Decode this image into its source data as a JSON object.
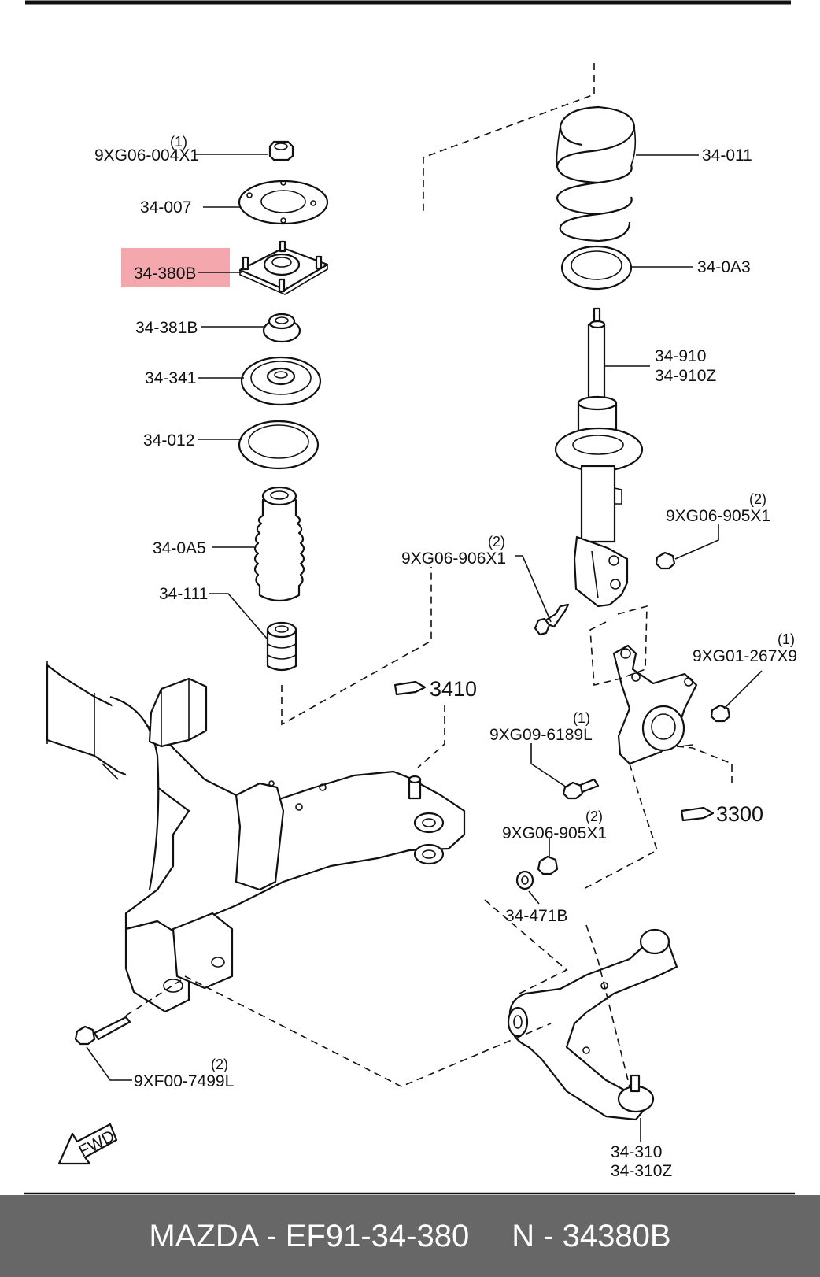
{
  "highlight_color": "#f4a8ad",
  "callouts": {
    "nut_top_qty": "(1)",
    "nut_top": "9XG06-004X1",
    "plate": "34-007",
    "mount": "34-380B",
    "bearing": "34-381B",
    "seat": "34-341",
    "upper_ring": "34-012",
    "boot": "34-0A5",
    "bumper": "34-111",
    "spring": "34-011",
    "lower_ring": "34-0A3",
    "strut_a": "34-910",
    "strut_b": "34-910Z",
    "nut_r_qty": "(2)",
    "nut_r": "9XG06-905X1",
    "bolt_strut_qty": "(2)",
    "bolt_strut": "9XG06-906X1",
    "knuckle_nut_qty": "(1)",
    "knuckle_nut": "9XG01-267X9",
    "knuckle_bolt_qty": "(1)",
    "knuckle_bolt": "9XG09-6189L",
    "arm_nut_qty": "(2)",
    "arm_nut": "9XG06-905X1",
    "washer": "34-471B",
    "frame_bolt_qty": "(2)",
    "frame_bolt": "9XF00-7499L",
    "arm_a": "34-310",
    "arm_b": "34-310Z",
    "ref_frame": "3410",
    "ref_knuckle": "3300",
    "fwd": "FWD"
  },
  "footer": {
    "left": "MAZDA - EF91-34-380",
    "right": "N - 34380B"
  }
}
